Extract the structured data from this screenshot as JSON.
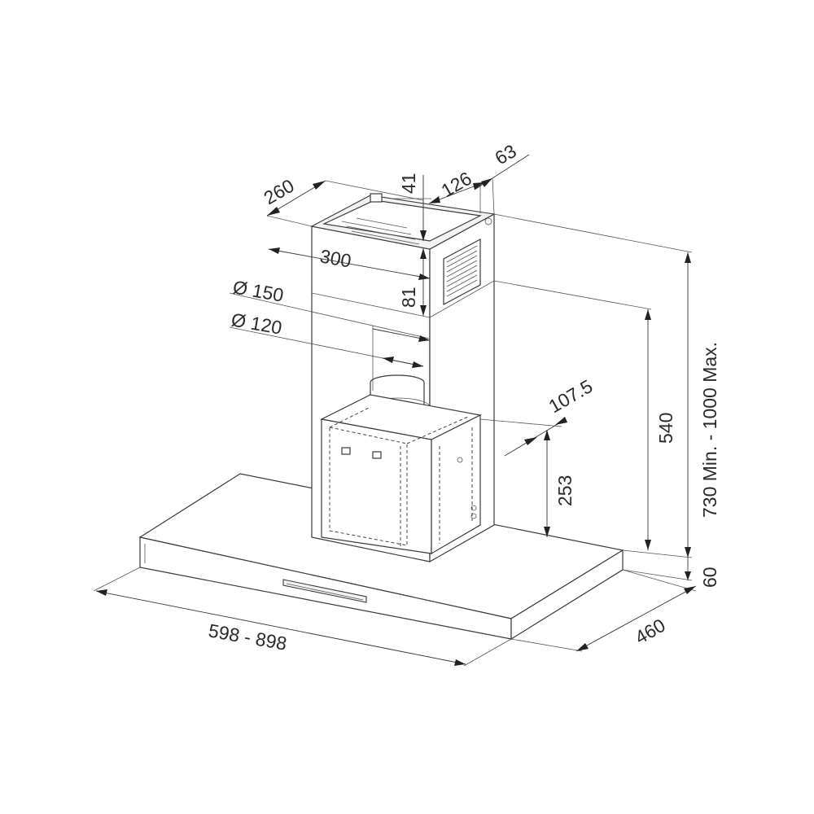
{
  "colors": {
    "line": "#3a3a3a",
    "text": "#2a2a2a",
    "background": "#ffffff"
  },
  "dimensions": {
    "chimney_depth": "260",
    "chimney_width": "300",
    "bracket_height_top": "41",
    "vent_width": "126",
    "vent_offset": "63",
    "bracket_height": "81",
    "duct_outer_diameter": "Ø 150",
    "duct_inner_diameter": "Ø 120",
    "motor_offset": "107.5",
    "motor_height": "253",
    "chimney_height": "540",
    "total_height": "730 Min. - 1000 Max.",
    "canopy_thickness": "60",
    "canopy_width": "598 - 898",
    "canopy_depth": "460"
  }
}
